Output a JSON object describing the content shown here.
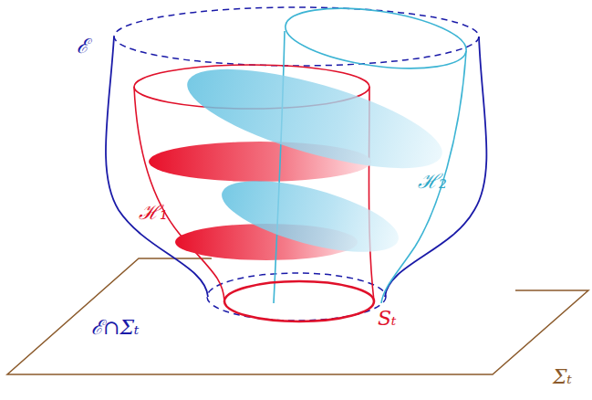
{
  "diagram": {
    "labels": [
      "ℰ",
      "ℋ₁",
      "ℋ₂",
      "ℰ∩Σₜ",
      "Sₜ",
      "Σₜ"
    ]
  }
}
